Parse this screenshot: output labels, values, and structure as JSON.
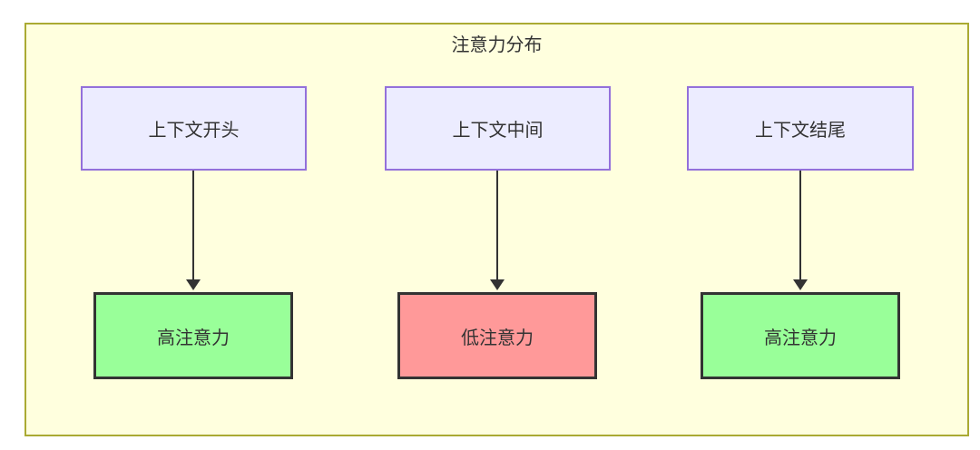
{
  "diagram": {
    "title": "注意力分布",
    "top_nodes": [
      {
        "label": "上下文开头"
      },
      {
        "label": "上下文中间"
      },
      {
        "label": "上下文结尾"
      }
    ],
    "bottom_nodes": [
      {
        "label": "高注意力",
        "level": "high"
      },
      {
        "label": "低注意力",
        "level": "low"
      },
      {
        "label": "高注意力",
        "level": "high"
      }
    ],
    "edges": [
      {
        "from": "上下文开头",
        "to": "高注意力"
      },
      {
        "from": "上下文中间",
        "to": "低注意力"
      },
      {
        "from": "上下文结尾",
        "to": "高注意力"
      }
    ],
    "colors": {
      "frame_bg": "#ffffde",
      "frame_border": "#aaaa33",
      "node_bg": "#ececff",
      "node_border": "#9370db",
      "high_bg": "#99ff99",
      "low_bg": "#ff9999",
      "strong_border": "#333333",
      "arrow": "#333333",
      "text": "#333333"
    }
  }
}
